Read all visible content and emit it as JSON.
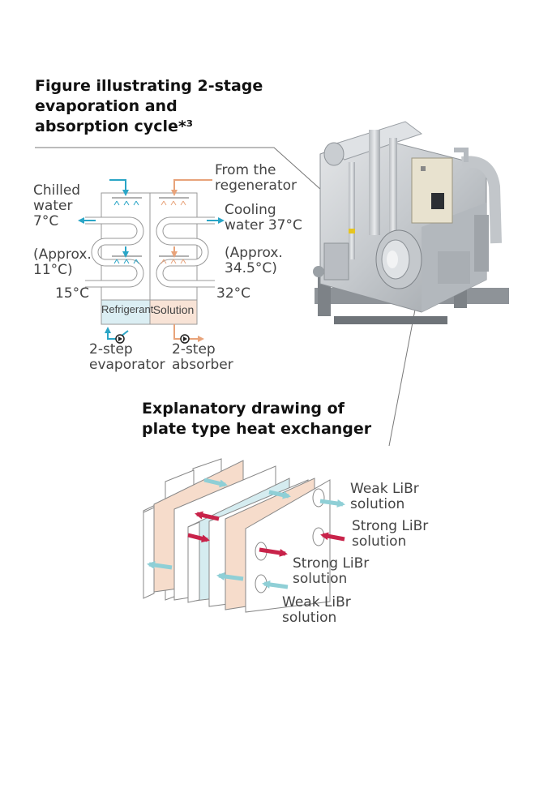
{
  "titles": {
    "cycle_line1": "Figure illustrating 2-stage",
    "cycle_line2": "evaporation and",
    "cycle_line3": "absorption cycle*³",
    "exchanger_line1": "Explanatory drawing of",
    "exchanger_line2": "plate type heat exchanger"
  },
  "cycle": {
    "chilled_water_line1": "Chilled",
    "chilled_water_line2": "water",
    "chilled_out_temp": "7°C",
    "chilled_approx_line1": "(Approx.",
    "chilled_approx_line2": "11°C)",
    "chilled_in_temp": "15°C",
    "regenerator_line1": "From the",
    "regenerator_line2": "regenerator",
    "cooling_line1": "Cooling",
    "cooling_line2": "water 37°C",
    "cooling_approx_line1": "(Approx.",
    "cooling_approx_line2": "34.5°C)",
    "cooling_in_temp": "32°C",
    "refrigerant_label": "Refrigerant",
    "solution_label": "Solution",
    "evaporator_line1": "2-step",
    "evaporator_line2": "evaporator",
    "absorber_line1": "2-step",
    "absorber_line2": "absorber"
  },
  "exchanger": {
    "weak_out_line1": "Weak LiBr",
    "weak_out_line2": "solution",
    "strong_in_line1": "Strong LiBr",
    "strong_in_line2": "solution",
    "strong_out_line1": "Strong LiBr",
    "strong_out_line2": "solution",
    "weak_in_line1": "Weak LiBr",
    "weak_in_line2": "solution"
  },
  "colors": {
    "chilled_water": "#2aa5c6",
    "solution_flow": "#e8a37a",
    "refrigerant_fill": "#dbeef3",
    "solution_fill": "#f8e3d6",
    "strong_solution_arrow": "#c8234a",
    "weak_solution_arrow": "#8fcfd6",
    "plate_peach": "#f6dccb",
    "plate_blue": "#d5ecf0"
  }
}
